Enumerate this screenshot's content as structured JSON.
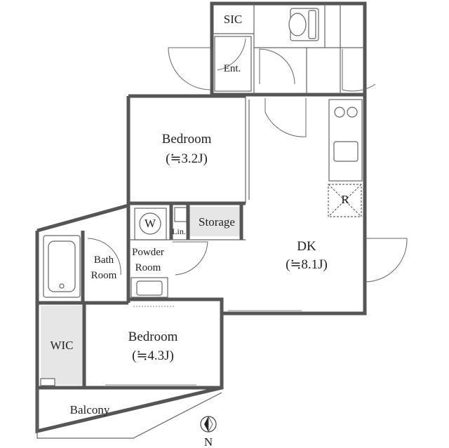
{
  "rooms": {
    "sic": "SIC",
    "ent": "Ent.",
    "bedroom1_name": "Bedroom",
    "bedroom1_size": "(≒3.2J)",
    "storage": "Storage",
    "w": "W",
    "lin": "Lin.",
    "powder_line1": "Powder",
    "powder_line2": "Room",
    "bath_line1": "Bath",
    "bath_line2": "Room",
    "dk_name": "DK",
    "dk_size": "(≒8.1J)",
    "r": "R",
    "wic": "WIC",
    "bedroom2_name": "Bedroom",
    "bedroom2_size": "(≒4.3J)",
    "balcony": "Balcony"
  },
  "compass": {
    "label": "N"
  },
  "colors": {
    "wall": "#555555",
    "shade": "#e6e6e6"
  }
}
